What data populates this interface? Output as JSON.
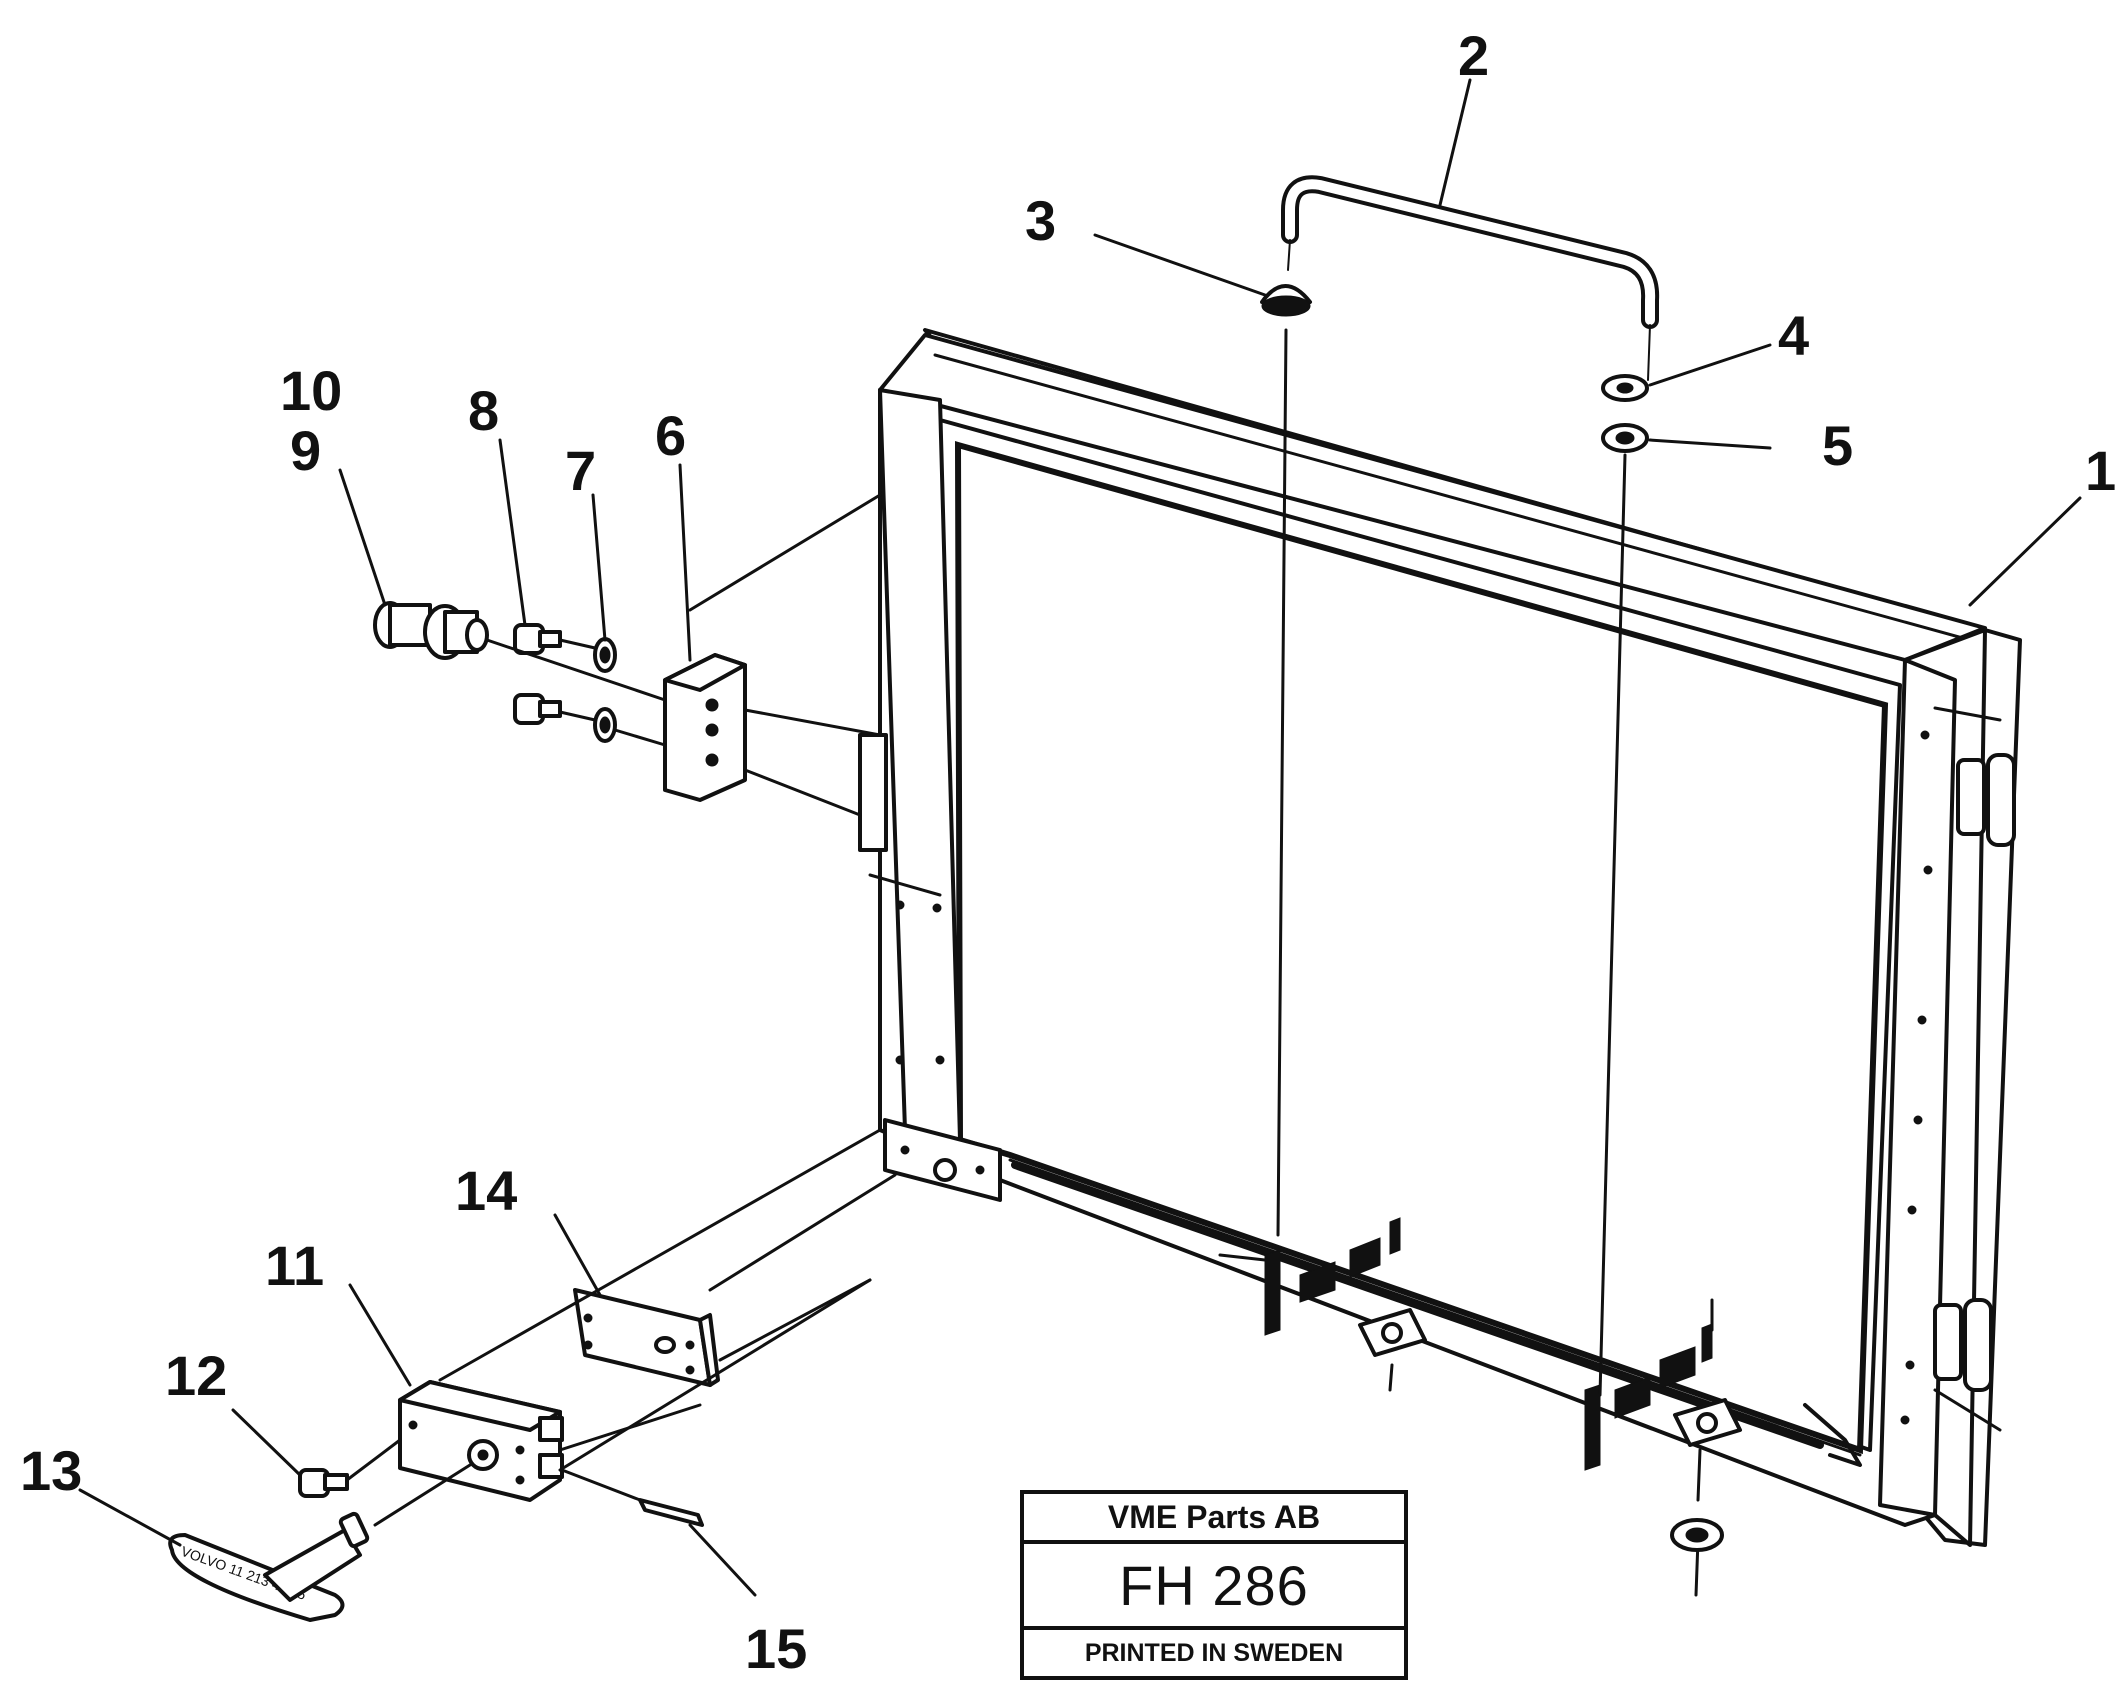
{
  "callouts": {
    "c1": "1",
    "c2": "2",
    "c3": "3",
    "c4": "4",
    "c5": "5",
    "c6": "6",
    "c7": "7",
    "c8": "8",
    "c9": "9",
    "c10": "10",
    "c11": "11",
    "c12": "12",
    "c13": "13",
    "c14": "14",
    "c15": "15"
  },
  "title_block": {
    "company": "VME Parts AB",
    "code": "FH 286",
    "printed": "PRINTED IN SWEDEN"
  },
  "key_imprint": "VOLVO 11 213 42 15"
}
